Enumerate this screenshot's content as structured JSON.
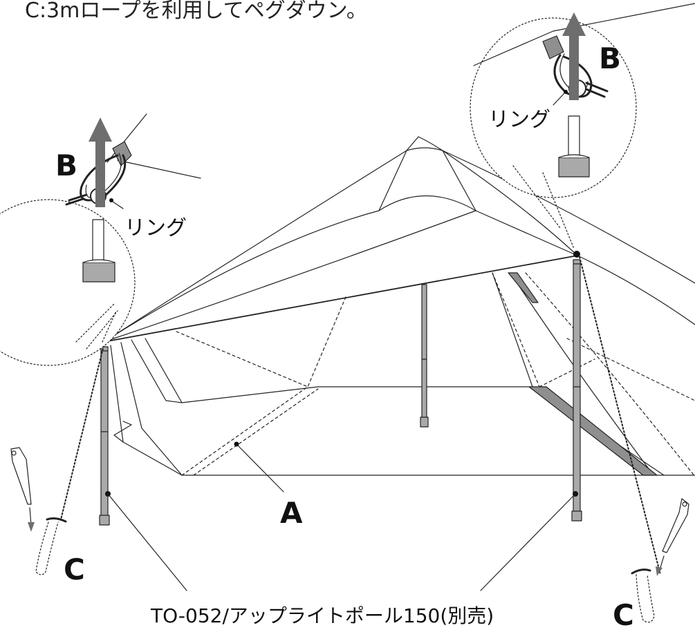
{
  "caption": "C:3mロープを利用してペグダウン。",
  "labels": {
    "a": "A",
    "b_left": "B",
    "b_right": "B",
    "c_left": "C",
    "c_right": "C",
    "ring_left": "リング",
    "ring_right": "リング",
    "pole": "TO-052/アップライトポール150(別売)"
  },
  "colors": {
    "line": "#222222",
    "pole_fill": "#a9a9a9",
    "arrow_fill": "#6e6e6e",
    "strap_fill": "#8f8f8f",
    "background": "#ffffff"
  }
}
